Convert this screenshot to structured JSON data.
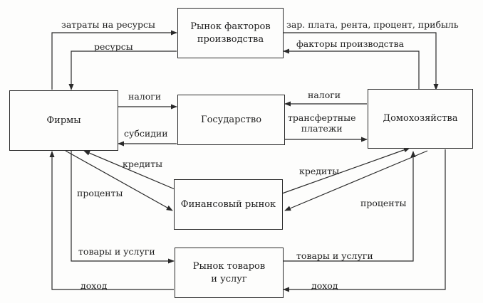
{
  "nodes": {
    "factor_market": "Рынок факторов\nпроизводства",
    "firms": "Фирмы",
    "government": "Государство",
    "households": "Домохозяйства",
    "financial_market": "Финансовый рынок",
    "goods_market": "Рынок товаров\nи услуг"
  },
  "labels": {
    "resource_costs": "затраты на ресурсы",
    "resources": "ресурсы",
    "factor_income": "зар. плата, рента, процент, прибыль",
    "factors_of_production": "факторы производства",
    "taxes_firms": "налоги",
    "subsidies": "субсидии",
    "taxes_households": "налоги",
    "transfer_payments": "трансфертные\nплатежи",
    "credits_firms": "кредиты",
    "interest_firms": "проценты",
    "credits_households": "кредиты",
    "interest_households": "проценты",
    "goods_services_firms": "товары и услуги",
    "goods_services_households": "товары и услуги",
    "income_firms": "доход",
    "income_households": "доход"
  }
}
